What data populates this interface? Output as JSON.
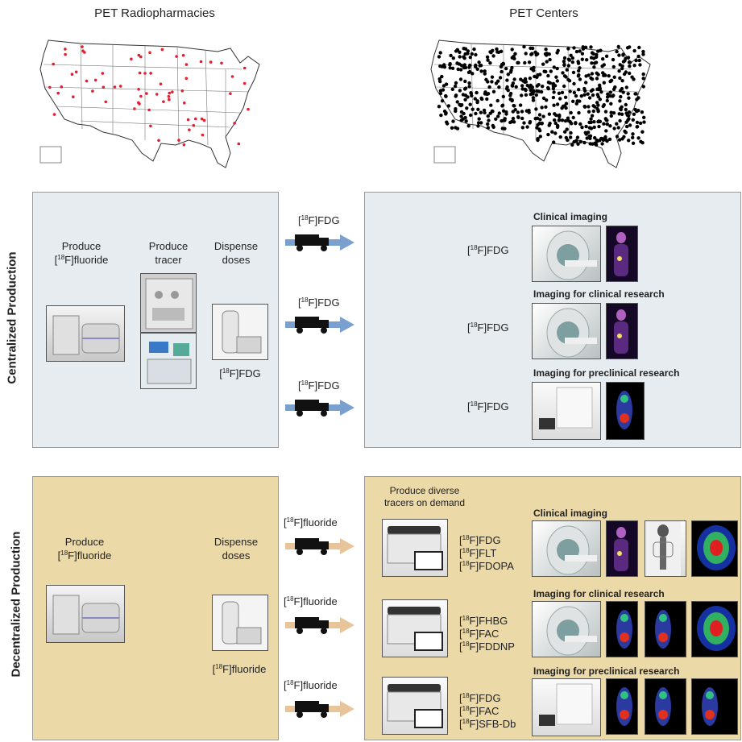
{
  "maps": {
    "left_title": "PET Radiopharmacies",
    "right_title": "PET Centers",
    "left_dot_color": "#e02030",
    "right_dot_color": "#000000"
  },
  "centralized": {
    "label": "Centralized  Production",
    "panel_color": "#e7ecf1",
    "step1": "Produce",
    "step1_b": "fluoride",
    "step2": "Produce",
    "step2_b": "tracer",
    "step3": "Dispense",
    "step3_b": "doses",
    "dose": "FDG",
    "shipments": [
      "FDG",
      "FDG",
      "FDG"
    ],
    "arrow_color": "#7aa0d0",
    "rows": [
      {
        "section": "Clinical imaging",
        "tracer": "FDG"
      },
      {
        "section": "Imaging for clinical research",
        "tracer": "FDG"
      },
      {
        "section": "Imaging for preclinical research",
        "tracer": "FDG"
      }
    ]
  },
  "decentralized": {
    "label": "Decentralized  Production",
    "panel_color": "#ecd9a8",
    "step1": "Produce",
    "step1_b": "fluoride",
    "step3": "Dispense",
    "step3_b": "doses",
    "dose": "fluoride",
    "shipments": [
      "fluoride",
      "fluoride",
      "fluoride"
    ],
    "arrow_color": "#e8c49a",
    "produce_line1": "Produce diverse",
    "produce_line2": "tracers on demand",
    "rows": [
      {
        "section": "Clinical imaging",
        "tracers": [
          "FDG",
          "FLT",
          "FDOPA"
        ]
      },
      {
        "section": "Imaging for clinical research",
        "tracers": [
          "FHBG",
          "FAC",
          "FDDNP"
        ]
      },
      {
        "section": "Imaging for preclinical research",
        "tracers": [
          "FDG",
          "FAC",
          "SFB-Db"
        ]
      }
    ]
  },
  "isotope": {
    "mass": "18",
    "element": "F"
  }
}
